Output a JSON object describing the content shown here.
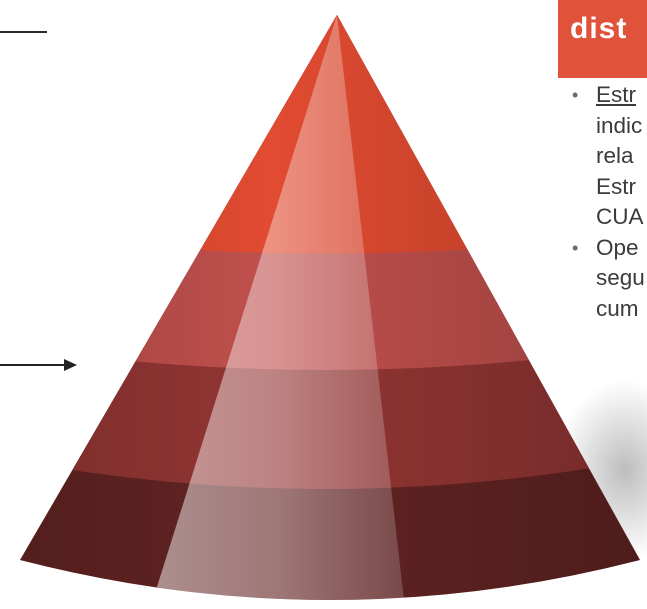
{
  "header": {
    "title": "dist"
  },
  "bullets": [
    {
      "lines": [
        "Estr",
        "indic",
        "rela",
        "Estr",
        "CUA"
      ],
      "underline_first": true
    },
    {
      "lines": [
        "Ope",
        "segu",
        "cum"
      ],
      "underline_first": false
    }
  ],
  "pyramid": {
    "levels": 4,
    "colors": {
      "top": "#e14b31",
      "level2": "#c0504d",
      "level3": "#943634",
      "bottom": "#632423",
      "highlight": "#ffffff",
      "header_bg": "#e0533a"
    }
  },
  "icons": [
    "arrow-right-icon"
  ]
}
